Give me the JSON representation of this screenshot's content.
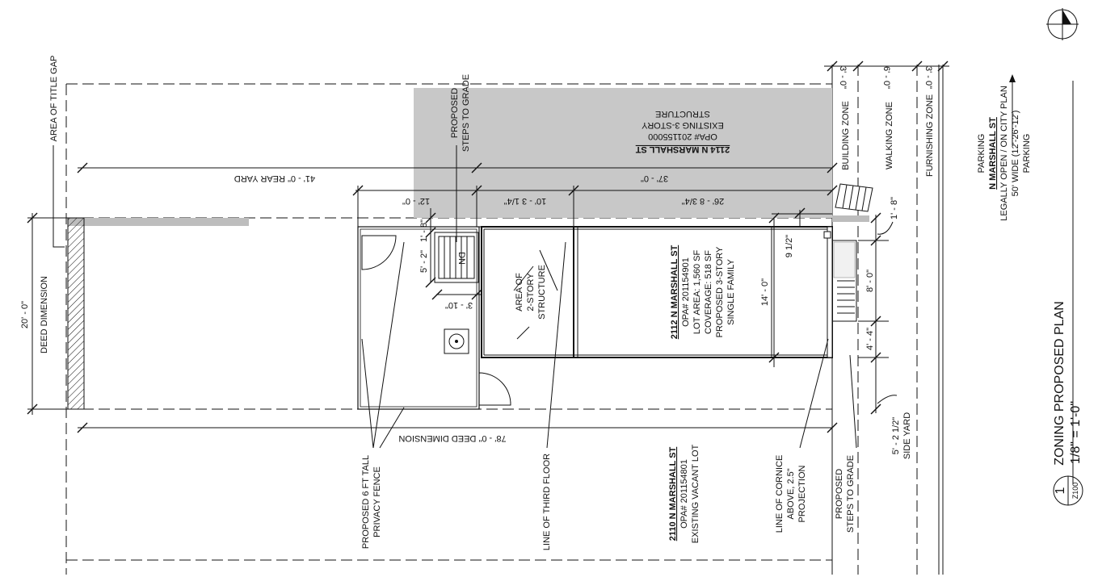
{
  "title": {
    "plan_number": "1",
    "sheet": "Z100",
    "name": "ZONING PROPOSED PLAN",
    "scale": "1/8\" = 1'-0\""
  },
  "street": {
    "line1": "PARKING",
    "name": "N MARSHALL ST",
    "line3": "LEGALLY OPEN / ON CITY PLAN",
    "line4": "50' WIDE (12'-26'-12')",
    "line5": "PARKING"
  },
  "zones": {
    "building": "BUILDING ZONE",
    "walking": "WALKING ZONE",
    "furnishing": "FURNISHING ZONE",
    "dim_building": "3' - 0\"",
    "dim_walking": "6' - 0\"",
    "dim_furnishing": "3' - 0\""
  },
  "lots": {
    "neighbor_top": {
      "name": "2114 N MARSHALL ST",
      "opa": "OPA# 201155000",
      "line2": "EXISTING 3-STORY",
      "line3": "STRUCTURE"
    },
    "subject": {
      "name": "2112 N MARSHALL ST",
      "opa": "OPA# 201154901",
      "area": "LOT AREA: 1,560 SF",
      "coverage": "COVERAGE: 518 SF",
      "proposed": "PROPOSED 3-STORY",
      "use": "SINGLE FAMILY"
    },
    "neighbor_bottom": {
      "name": "2110 N MARSHALL ST",
      "opa": "OPA# 201154801",
      "line2": "EXISTING VACANT LOT"
    }
  },
  "labels": {
    "title_gap": "AREA OF TITLE GAP",
    "steps_top_1": "PROPOSED",
    "steps_top_2": "STEPS TO GRADE",
    "deed_dimension": "DEED DIMENSION",
    "fence_1": "PROPOSED 6 FT TALL",
    "fence_2": "PRIVACY FENCE",
    "third_floor": "LINE OF THIRD FLOOR",
    "cornice_1": "LINE OF CORNICE",
    "cornice_2": "ABOVE, 2.5\"",
    "cornice_3": "PROJECTION",
    "steps_bot_1": "PROPOSED",
    "steps_bot_2": "STEPS TO GRADE",
    "two_story_1": "AREA OF",
    "two_story_2": "2-STORY",
    "two_story_3": "STRUCTURE",
    "dn": "DN",
    "side_yard_dim": "5' - 2 1/2\"",
    "side_yard": "SIDE YARD"
  },
  "dimensions": {
    "rear_yard": "41' - 0\" REAR YARD",
    "d37": "37' - 0\"",
    "d12": "12' - 0\"",
    "d10": "10' - 3 1/4\"",
    "d26": "26' - 8 3/4\"",
    "deed20": "20' - 0\"",
    "deed78": "78' - 0\"  DEED DIMENSION",
    "d1_8a": "1' - 8\"",
    "d5_2": "5' - 2\"",
    "d3_10": "3' - 10\"",
    "d9_half": "9 1/2\"",
    "d14": "14' - 0\"",
    "d1_8b": "1' - 8\"",
    "d8": "8' - 0\"",
    "d4_4": "4' - 4\""
  }
}
